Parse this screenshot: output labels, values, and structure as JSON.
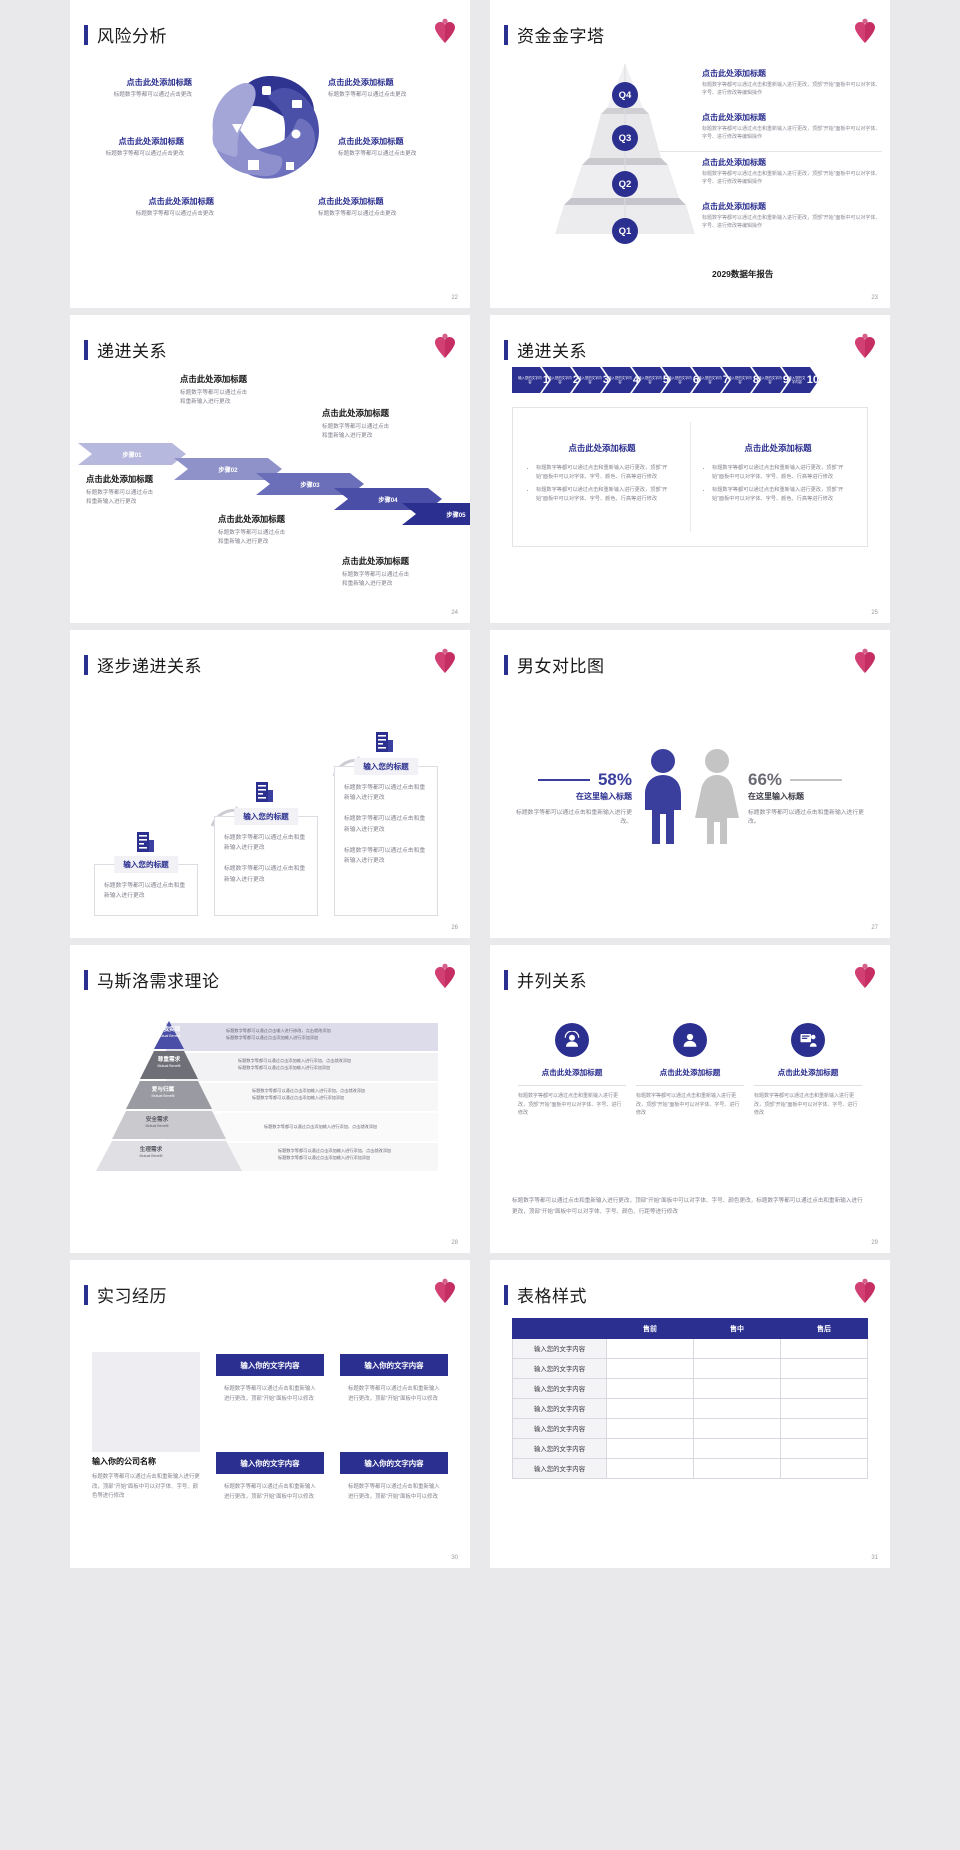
{
  "theme": {
    "accent": "#2b2f8f",
    "accent_light": "#9d9fd4",
    "heart_pink": "#c42e63",
    "gray": "#bcbcbc",
    "page_bg": "#e9e9eb"
  },
  "common": {
    "title_ph": "点击此处添加标题",
    "desc_short": "标题数字等都可以通过点击更改",
    "desc_two_line_a": "标题数字等都可以通过点击",
    "desc_two_line_b": "和重新输入进行更改",
    "desc_long": "标题数字等都可以通过点击和重新输入进行更改，顶部“开始”面板中可以对字体、字号、进行修改等编辑操作",
    "icon_heart": "heart-icon"
  },
  "slides": [
    {
      "page": "22",
      "title": "风险分析",
      "type": "hex-cycle",
      "icons": [
        "money-bag-icon",
        "coins-icon",
        "users-icon",
        "pie-chart-icon",
        "building-icon",
        "umbrella-icon"
      ],
      "labels": [
        {
          "title": "点击此处添加标题",
          "desc": "标题数字等都可以通过点击更改",
          "side": "left"
        },
        {
          "title": "点击此处添加标题",
          "desc": "标题数字等都可以通过点击更改",
          "side": "left"
        },
        {
          "title": "点击此处添加标题",
          "desc": "标题数字等都可以通过点击更改",
          "side": "left"
        },
        {
          "title": "点击此处添加标题",
          "desc": "标题数字等都可以通过点击更改",
          "side": "right"
        },
        {
          "title": "点击此处添加标题",
          "desc": "标题数字等都可以通过点击更改",
          "side": "right"
        },
        {
          "title": "点击此处添加标题",
          "desc": "标题数字等都可以通过点击更改",
          "side": "right"
        }
      ]
    },
    {
      "page": "23",
      "title": "资金金字塔",
      "type": "pyramid-q",
      "footer": "2029数据年报告",
      "levels": [
        {
          "badge": "Q4",
          "title": "点击此处添加标题",
          "desc": "标题数字等都可以通过点击和重新输入进行更改，顶部“开始”面板中可以对字体、字号、进行修改等编辑操作"
        },
        {
          "badge": "Q3",
          "title": "点击此处添加标题",
          "desc": "标题数字等都可以通过点击和重新输入进行更改，顶部“开始”面板中可以对字体、字号、进行修改等编辑操作"
        },
        {
          "badge": "Q2",
          "title": "点击此处添加标题",
          "desc": "标题数字等都可以通过点击和重新输入进行更改，顶部“开始”面板中可以对字体、字号、进行修改等编辑操作"
        },
        {
          "badge": "Q1",
          "title": "点击此处添加标题",
          "desc": "标题数字等都可以通过点击和重新输入进行更改，顶部“开始”面板中可以对字体、字号、进行修改等编辑操作"
        }
      ]
    },
    {
      "page": "24",
      "title": "递进关系",
      "type": "step-arrows",
      "steps": [
        {
          "label": "步骤01",
          "color": "#b6b8dd",
          "title": "点击此处添加标题",
          "desc_a": "标题数字等都可以通过点击",
          "desc_b": "和重新输入进行更改",
          "pos": "below"
        },
        {
          "label": "步骤02",
          "color": "#8f92c9",
          "title": "点击此处添加标题",
          "desc_a": "标题数字等都可以通过点击",
          "desc_b": "和重新输入进行更改",
          "pos": "above"
        },
        {
          "label": "步骤03",
          "color": "#6b6eb8",
          "title": "点击此处添加标题",
          "desc_a": "标题数字等都可以通过点击",
          "desc_b": "和重新输入进行更改",
          "pos": "below"
        },
        {
          "label": "步骤04",
          "color": "#4b4ea6",
          "title": "点击此处添加标题",
          "desc_a": "标题数字等都可以通过点击",
          "desc_b": "和重新输入进行更改",
          "pos": "above"
        },
        {
          "label": "步骤05",
          "color": "#2b2f8f",
          "title": "点击此处添加标题",
          "desc_a": "标题数字等都可以通过点击",
          "desc_b": "和重新输入进行更改",
          "pos": "below"
        }
      ]
    },
    {
      "page": "25",
      "title": "递进关系",
      "type": "chevrons",
      "chevron_label": "输入您的文字内容",
      "chevron_numbers": [
        "1",
        "2",
        "3",
        "4",
        "5",
        "6",
        "7",
        "8",
        "9",
        "10"
      ],
      "columns": [
        {
          "title": "点击此处添加标题",
          "bullets": [
            "标题数字等都可以通过点击和重新输入进行更改，顶部“开始”面板中可以对字体、字号、颜色、行高等进行修改",
            "标题数字等都可以通过点击和重新输入进行更改，顶部“开始”面板中可以对字体、字号、颜色、行高等进行修改"
          ]
        },
        {
          "title": "点击此处添加标题",
          "bullets": [
            "标题数字等都可以通过点击和重新输入进行更改，顶部“开始”面板中可以对字体、字号、颜色、行高等进行修改",
            "标题数字等都可以通过点击和重新输入进行更改，顶部“开始”面板中可以对字体、字号、颜色、行高等进行修改"
          ]
        }
      ]
    },
    {
      "page": "26",
      "title": "逐步递进关系",
      "type": "step-cards",
      "cards": [
        {
          "header": "输入您的标题",
          "lines": [
            "标题数字等都可以通过点击和重新输入进行更改"
          ]
        },
        {
          "header": "输入您的标题",
          "lines": [
            "标题数字等都可以通过点击和重新输入进行更改",
            "标题数字等都可以通过点击和重新输入进行更改"
          ]
        },
        {
          "header": "输入您的标题",
          "lines": [
            "标题数字等都可以通过点击和重新输入进行更改",
            "标题数字等都可以通过点击和重新输入进行更改",
            "标题数字等都可以通过点击和重新输入进行更改"
          ]
        }
      ],
      "icon": "building-icon",
      "arrow_icon": "curved-arrow-icon"
    },
    {
      "page": "27",
      "title": "男女对比图",
      "type": "gender-compare",
      "left": {
        "percent": "58%",
        "label": "在这里输入标题",
        "desc": "标题数字等都可以通过点击和重新输入进行更改。",
        "icon": "male-figure-icon",
        "color": "#3a3f9e"
      },
      "right": {
        "percent": "66%",
        "label": "在这里输入标题",
        "desc": "标题数字等都可以通过点击和重新输入进行更改。",
        "icon": "female-figure-icon",
        "color": "#c4c4c4"
      }
    },
    {
      "page": "28",
      "title": "马斯洛需求理论",
      "type": "maslow",
      "levels": [
        {
          "cn": "自我实现",
          "en": "Mutual Benefit",
          "color": "#4b4ea6",
          "notes": [
            "标题数字等都可以通过点击输入进行修改，点击就改添加",
            "标题数字等都可以通过点击添加输入进行添加添加"
          ]
        },
        {
          "cn": "尊重需求",
          "en": "Mutual Benefit",
          "color": "#6f6f78",
          "notes": [
            "标题数字等都可以通过点击添加输入进行添加，点击就改添加",
            "标题数字等都可以通过点击添加输入进行添加添加"
          ]
        },
        {
          "cn": "爱与归属",
          "en": "Mutual Benefit",
          "color": "#9a9aa2",
          "notes": [
            "标题数字等都可以通过点击添加输入进行添加，点击就改添加",
            "标题数字等都可以通过点击添加输入进行添加添加"
          ]
        },
        {
          "cn": "安全需求",
          "en": "Mutual Benefit",
          "color": "#c9c9ce",
          "notes": [
            "标题数字等都可以通过点击添加输入进行添加，点击就改添加"
          ]
        },
        {
          "cn": "生理需求",
          "en": "Mutual Benefit",
          "color": "#e0e0e4",
          "notes": [
            "标题数字等都可以通过点击添加输入进行添加，点击就改添加",
            "标题数字等都可以通过点击添加输入进行添加添加"
          ]
        }
      ]
    },
    {
      "page": "29",
      "title": "并列关系",
      "type": "parallel",
      "items": [
        {
          "icon": "headset-support-icon",
          "title": "点击此处添加标题",
          "desc": "标题数字等都可以通过点击和重新输入进行更改，顶部“开始”面板中可以对字体、字号、进行修改"
        },
        {
          "icon": "user-profile-icon",
          "title": "点击此处添加标题",
          "desc": "标题数字等都可以通过点击和重新输入进行更改，顶部“开始”面板中可以对字体、字号、进行修改"
        },
        {
          "icon": "presentation-board-icon",
          "title": "点击此处添加标题",
          "desc": "标题数字等都可以通过点击和重新输入进行更改，顶部“开始”面板中可以对字体、字号、进行修改"
        }
      ],
      "footer": "标题数字等都可以通过点击和重新输入进行更改，顶部“开始”面板中可以对字体、字号、颜色更改，标题数字等都可以通过点击和重新输入进行更改，顶部“开始”面板中可以对字体、字号、颜色、行距等进行修改"
    },
    {
      "page": "30",
      "title": "实习经历",
      "type": "internship",
      "company_title": "输入你的公司名称",
      "company_desc": "标题数字等都可以通过点击和重新输入进行更改，顶部“开始”面板中可以对字体、字号、颜色等进行修改",
      "cards": [
        {
          "header": "输入你的文字内容",
          "body": "标题数字等都可以通过点击和重新输入进行更改，顶部“开始”面板中可以修改"
        },
        {
          "header": "输入你的文字内容",
          "body": "标题数字等都可以通过点击和重新输入进行更改，顶部“开始”面板中可以修改"
        },
        {
          "header": "输入你的文字内容",
          "body": "标题数字等都可以通过点击和重新输入进行更改，顶部“开始”面板中可以修改"
        },
        {
          "header": "输入你的文字内容",
          "body": "标题数字等都可以通过点击和重新输入进行更改，顶部“开始”面板中可以修改"
        }
      ]
    },
    {
      "page": "31",
      "title": "表格样式",
      "type": "table",
      "table_data": {
        "columns": [
          "",
          "售前",
          "售中",
          "售后"
        ],
        "rows": [
          [
            "输入您的文字内容",
            "",
            "",
            ""
          ],
          [
            "输入您的文字内容",
            "",
            "",
            ""
          ],
          [
            "输入您的文字内容",
            "",
            "",
            ""
          ],
          [
            "输入您的文字内容",
            "",
            "",
            ""
          ],
          [
            "输入您的文字内容",
            "",
            "",
            ""
          ],
          [
            "输入您的文字内容",
            "",
            "",
            ""
          ],
          [
            "输入您的文字内容",
            "",
            "",
            ""
          ]
        ]
      }
    }
  ]
}
